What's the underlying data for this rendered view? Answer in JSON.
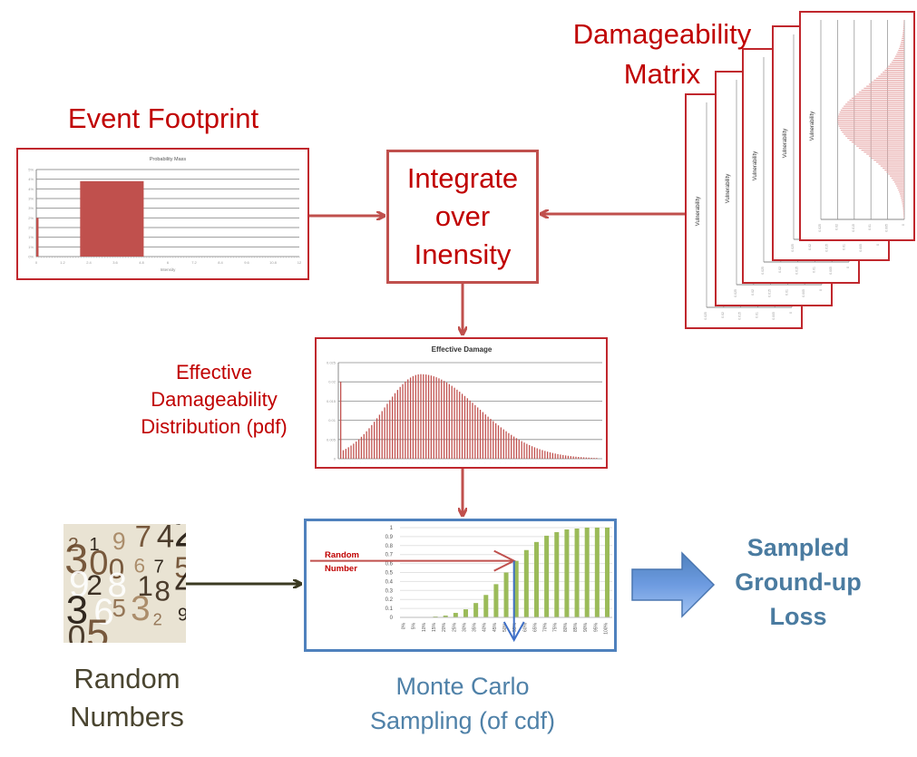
{
  "labels": {
    "event_footprint": "Event Footprint",
    "damageability_matrix": [
      "Damageability",
      "Matrix"
    ],
    "integrate_box": [
      "Integrate",
      "over",
      "Inensity"
    ],
    "effective_distribution": [
      "Effective",
      "Damageability",
      "Distribution (pdf)"
    ],
    "random_numbers": [
      "Random",
      "Numbers"
    ],
    "monte_carlo": [
      "Monte Carlo",
      "Sampling (of cdf)"
    ],
    "sampled_loss": [
      "Sampled",
      "Ground-up",
      "Loss"
    ],
    "random_number_annotation": [
      "Random",
      "Number"
    ]
  },
  "colors": {
    "title_red": "#c00000",
    "box_red": "#c0272d",
    "arrow_red": "#c0504d",
    "bar_red": "#c0504d",
    "bar_pink": "#e6a5a5",
    "cdf_green": "#9bbb59",
    "monte_blue": "#4f81bd",
    "loss_blue": "#4a7ba0",
    "random_olive": "#4a4530"
  },
  "random_image_digits": [
    "2",
    "1",
    "9",
    "7",
    "4",
    "2",
    "3",
    "0",
    "0",
    "6",
    "7",
    "5",
    "9",
    "2",
    "8",
    "1",
    "8",
    "4",
    "3",
    "6",
    "5",
    "3",
    "2",
    "9",
    "0",
    "5"
  ],
  "chart_data": [
    {
      "id": "probability-mass",
      "type": "bar",
      "title": "Probability Mass",
      "xlabel": "Intensity",
      "ylabel": "",
      "ytick_labels": [
        "0%",
        "1%",
        "1%",
        "2%",
        "2%",
        "3%",
        "3%",
        "4%",
        "4%",
        "5%"
      ],
      "ylim": [
        0,
        0.045
      ],
      "xtick_labels": [
        "0",
        "1.2",
        "2.4",
        "3.6",
        "4.8",
        "6",
        "7.2",
        "8.4",
        "9.6",
        "10.8",
        "12"
      ],
      "xlim": [
        0,
        12
      ],
      "bars": [
        {
          "x_start": 0,
          "x_end": 0.1,
          "value": 0.02
        },
        {
          "x_start": 2.0,
          "x_end": 4.9,
          "value": 0.039
        }
      ],
      "grid": true
    },
    {
      "id": "effective-damage",
      "type": "bar",
      "title": "Effective Damage",
      "xlabel": "",
      "ylabel": "",
      "ytick_labels": [
        "0",
        "0.005",
        "0.01",
        "0.015",
        "0.02",
        "0.025"
      ],
      "ylim": [
        0,
        0.025
      ],
      "first_bar_value": 0.02,
      "distribution": {
        "shape": "right-skewed bell",
        "n_bars": 100,
        "peak_index": 31,
        "peak_value": 0.022,
        "start_value": 0.0028,
        "end_value": 0.0001
      },
      "grid": true
    },
    {
      "id": "cdf-sampling",
      "type": "bar",
      "title": "",
      "categories": [
        "0%",
        "5%",
        "10%",
        "15%",
        "20%",
        "25%",
        "30%",
        "35%",
        "40%",
        "45%",
        "50%",
        "55%",
        "60%",
        "65%",
        "70%",
        "75%",
        "80%",
        "85%",
        "90%",
        "95%",
        "100%"
      ],
      "values": [
        0,
        0,
        0.003,
        0.01,
        0.02,
        0.05,
        0.09,
        0.16,
        0.25,
        0.37,
        0.5,
        0.63,
        0.75,
        0.84,
        0.91,
        0.95,
        0.98,
        0.99,
        1.0,
        1.0,
        1.0
      ],
      "ytick_labels": [
        "0",
        "0.1",
        "0.2",
        "0.3",
        "0.4",
        "0.5",
        "0.6",
        "0.7",
        "0.8",
        "0.9",
        "1"
      ],
      "ylim": [
        0,
        1
      ],
      "annotation": {
        "random_number": 0.63,
        "sampled_category": "55%"
      },
      "grid": true
    },
    {
      "id": "vulnerability-stack",
      "type": "bar",
      "title": "Vulnerability",
      "orientation": "horizontal",
      "card_count": 5,
      "ytick_labels": [
        "0",
        "0.005",
        "0.01",
        "0.015",
        "0.02",
        "0.025"
      ],
      "ylim": [
        0,
        0.025
      ],
      "distribution": {
        "shape": "bell",
        "n_bars": 100,
        "peak_value": 0.02
      }
    }
  ]
}
